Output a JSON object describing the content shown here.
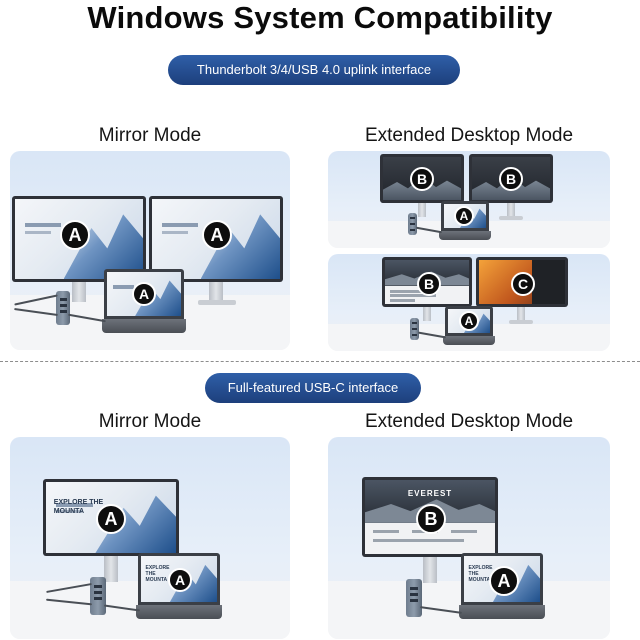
{
  "title": "Windows System Compatibility",
  "sections": [
    {
      "interface_label": "Thunderbolt 3/4/USB 4.0 uplink interface",
      "left_mode": "Mirror Mode",
      "right_mode": "Extended Desktop Mode"
    },
    {
      "interface_label": "Full-featured USB-C interface",
      "left_mode": "Mirror Mode",
      "right_mode": "Extended Desktop Mode"
    }
  ],
  "badges": {
    "a": "A",
    "b": "B",
    "c": "C"
  },
  "screen_text": {
    "explore": "EXPLORE THE MOUNTA",
    "everest": "EVEREST"
  }
}
